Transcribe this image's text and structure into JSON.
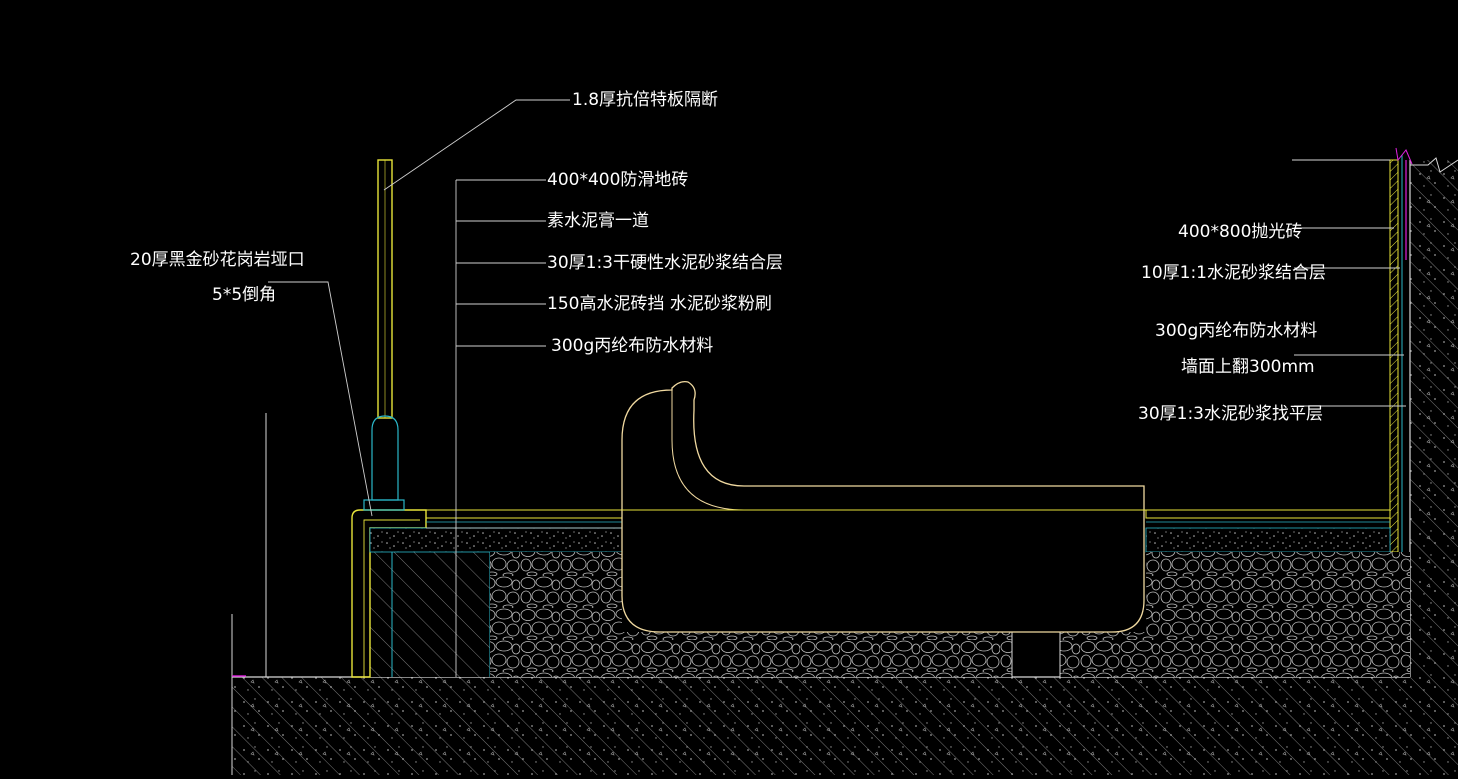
{
  "drawing": {
    "colors": {
      "background": "#000000",
      "line": "#d8d8d8",
      "leader": "#cfcfcf",
      "yellow": "#e8e43a",
      "cyan": "#2ab7c9",
      "magenta": "#e020e0",
      "hatch": "#8a8a8a",
      "tub": "#f0d9a0"
    },
    "labels": {
      "partition": "1.8厚抗倍特板隔断",
      "floor_tile": "400*400防滑地砖",
      "cement_paste": "素水泥膏一道",
      "bond_layer": "30厚1:3干硬性水泥砂浆结合层",
      "cement_block": "150高水泥砖挡  水泥砂浆粉刷",
      "waterproof_left": "300g丙纶布防水材料",
      "granite_lip": "20厚黑金砂花岗岩垭口",
      "chamfer": "5*5倒角",
      "wall_tile": "400*800抛光砖",
      "wall_bond": "10厚1:1水泥砂浆结合层",
      "waterproof_right": "300g丙纶布防水材料",
      "waterproof_upturn": "墙面上翻300mm",
      "leveling": "30厚1:3水泥砂浆找平层"
    }
  }
}
